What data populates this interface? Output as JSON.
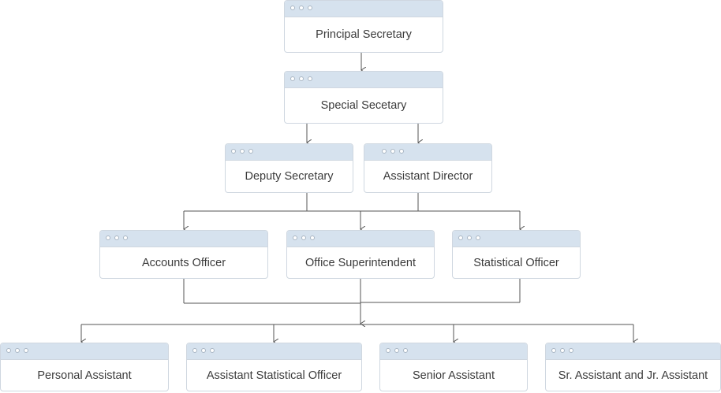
{
  "nodes": [
    {
      "id": "principal_secretary",
      "label": "Principal Secretary"
    },
    {
      "id": "special_secetary",
      "label": "Special Secetary"
    },
    {
      "id": "deputy_secretary",
      "label": "Deputy Secretary"
    },
    {
      "id": "assistant_director",
      "label": "Assistant Director"
    },
    {
      "id": "accounts_officer",
      "label": "Accounts Officer"
    },
    {
      "id": "office_superintendent",
      "label": "Office Superintendent"
    },
    {
      "id": "statistical_officer",
      "label": "Statistical Officer"
    },
    {
      "id": "personal_assistant",
      "label": "Personal Assistant"
    },
    {
      "id": "assistant_statistical_officer",
      "label": "Assistant Statistical Officer"
    },
    {
      "id": "senior_assistant",
      "label": "Senior Assistant"
    },
    {
      "id": "sr_jr_assistant",
      "label": "Sr. Assistant and Jr. Assistant"
    }
  ],
  "colors": {
    "window_bar": "#d6e2ee",
    "border": "#cfd7e0",
    "connector": "#555555",
    "text": "#3b3b3b"
  },
  "icons": {
    "window_dots": "three-circle-window-controls-icon"
  }
}
